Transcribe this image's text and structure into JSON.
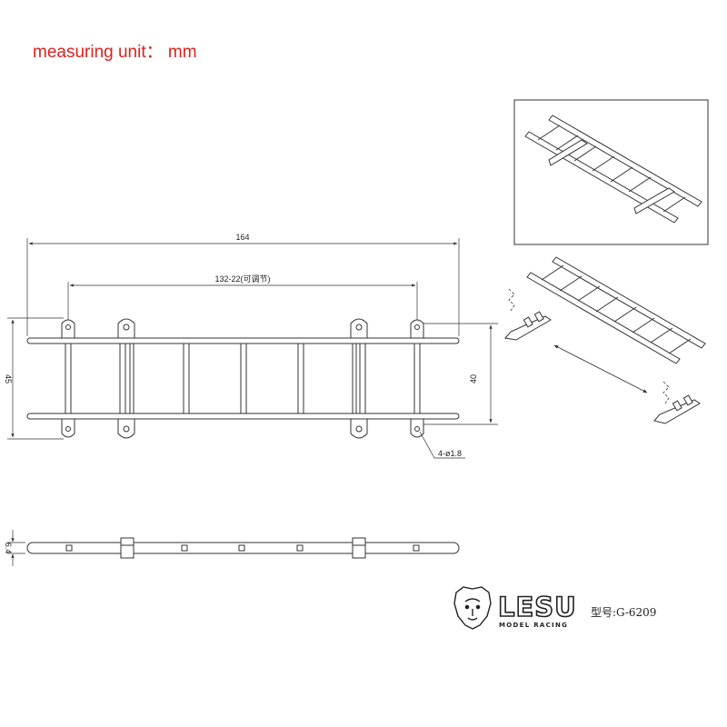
{
  "header": {
    "unit_note": "measuring unit：  mm"
  },
  "dimensions": {
    "overall_length": "164",
    "adjustable_length": "132-22(可调节)",
    "outer_width": "45",
    "inner_width": "40",
    "holes": "4-ø1.8",
    "thickness": "6.4"
  },
  "brand": {
    "logo_text": "LESU",
    "tagline": "MODEL RACING",
    "model": "型号:G-6209"
  },
  "icons": {
    "logo": "lion-head-icon"
  },
  "colors": {
    "note": "#e0201c",
    "line": "#333333",
    "background": "#ffffff"
  }
}
